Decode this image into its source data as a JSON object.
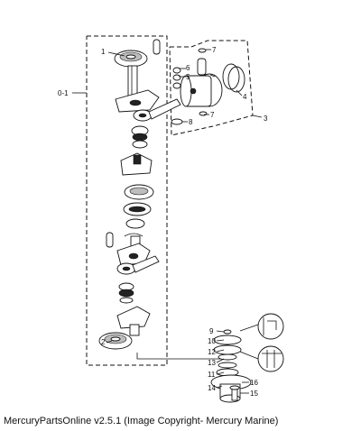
{
  "callouts": {
    "c1": "1",
    "c2": "2",
    "c3": "3",
    "c4": "4",
    "c5": "5",
    "c6": "6",
    "c7a": "7",
    "c7b": "7",
    "c8": "8",
    "c9": "9",
    "c10": "10",
    "c11": "11",
    "c12": "12",
    "c13": "13",
    "c14": "14",
    "c15": "15",
    "c16": "16",
    "c01": "0-1"
  },
  "caption": "MercuryPartsOnline v2.5.1 (Image Copyright- Mercury Marine)"
}
